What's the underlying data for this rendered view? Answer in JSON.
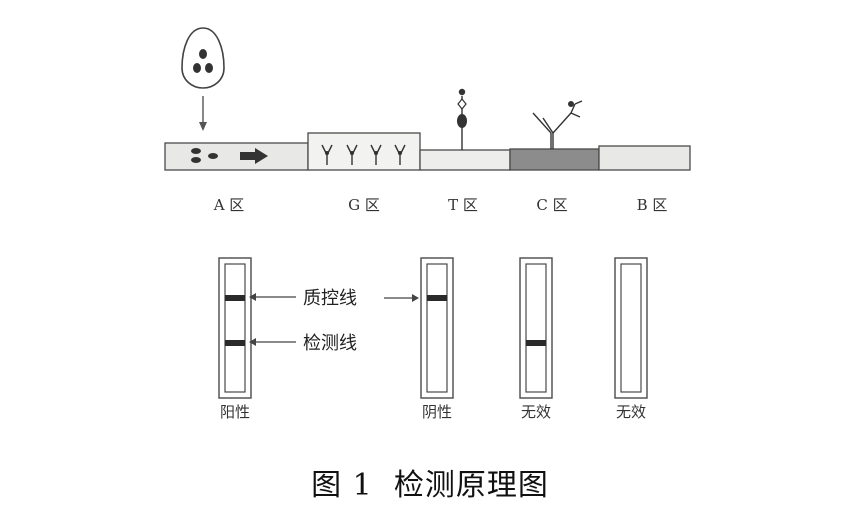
{
  "zones": {
    "a": "A 区",
    "g": "G 区",
    "t": "T 区",
    "c": "C 区",
    "b": "B 区"
  },
  "line_labels": {
    "control": "质控线",
    "test": "检测线"
  },
  "results": [
    {
      "label": "阳性",
      "control_line": true,
      "test_line": true
    },
    {
      "label": "阴性",
      "control_line": true,
      "test_line": false
    },
    {
      "label": "无效",
      "control_line": false,
      "test_line": true
    },
    {
      "label": "无效",
      "control_line": false,
      "test_line": false
    }
  ],
  "caption": "图 1  检测原理图",
  "colors": {
    "strip_fill": "#e8e8e6",
    "c_zone_fill": "#8c8c8c",
    "band": "#2a2a2a",
    "outline": "#4a4a4a"
  }
}
